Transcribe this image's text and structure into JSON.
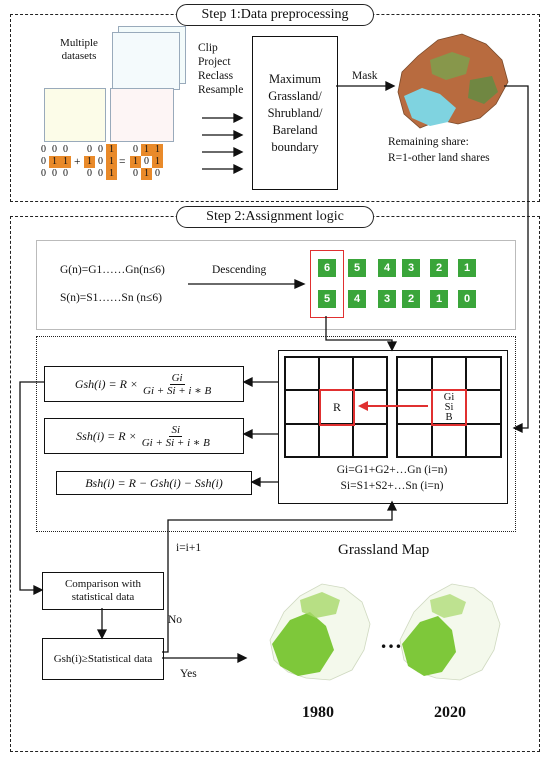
{
  "step1": {
    "title": "Step  1:Data preprocessing",
    "datasets_label": "Multiple datasets",
    "ops": [
      "Clip",
      "Project",
      "Reclass",
      "Resample"
    ],
    "boundary_box": "Maximum Grassland/ Shrubland/ Bareland boundary",
    "mask_label": "Mask",
    "remaining_share_1": "Remaining share:",
    "remaining_share_2": "R=1-other land shares",
    "matrix_ops": [
      "+",
      "="
    ],
    "matrix_a": [
      "0",
      "0",
      "0",
      "0",
      "1",
      "1",
      "0",
      "0",
      "0"
    ],
    "matrix_b": [
      "0",
      "0",
      "1",
      "1",
      "0",
      "1",
      "0",
      "0",
      "1"
    ],
    "matrix_c": [
      "0",
      "1",
      "1",
      "1",
      "0",
      "1",
      "0",
      "1",
      "0"
    ]
  },
  "step2": {
    "title": "Step  2:Assignment logic",
    "g_seq": "G(n)=G1……Gn(n≤6)",
    "s_seq": "S(n)=S1……Sn (n≤6)",
    "descending": "Descending",
    "g_values": [
      "6",
      "5",
      "4",
      "3",
      "2",
      "1"
    ],
    "s_values": [
      "5",
      "4",
      "3",
      "2",
      "1",
      "0"
    ],
    "center_r": "R",
    "gi_label": "Gi",
    "si_label": "Si",
    "b_label": "B",
    "sum_g": "Gi=G1+G2+…Gn (i=n)",
    "sum_s": "Si=S1+S2+…Sn (i=n)",
    "gsh_lhs": "Gsh(i) = R ×",
    "gsh_num": "Gi",
    "gsh_den": "Gi + Si + i ∗ B",
    "ssh_lhs": "Ssh(i) = R ×",
    "ssh_num": "Si",
    "ssh_den": "Gi + Si + i ∗ B",
    "bsh": "Bsh(i) = R − Gsh(i) − Ssh(i)",
    "loop_label": "i=i+1",
    "grassland_map": "Grassland Map",
    "comparison": "Comparison with statistical data",
    "condition": "Gsh(i)≥Statistical data",
    "no_label": "No",
    "yes_label": "Yes",
    "ellipsis": "…",
    "year_1": "1980",
    "year_2": "2020"
  },
  "colors": {
    "green": "#3aa53a",
    "red": "#e03030",
    "orange": "#e98a2a",
    "map_green": "#7ec83a"
  }
}
